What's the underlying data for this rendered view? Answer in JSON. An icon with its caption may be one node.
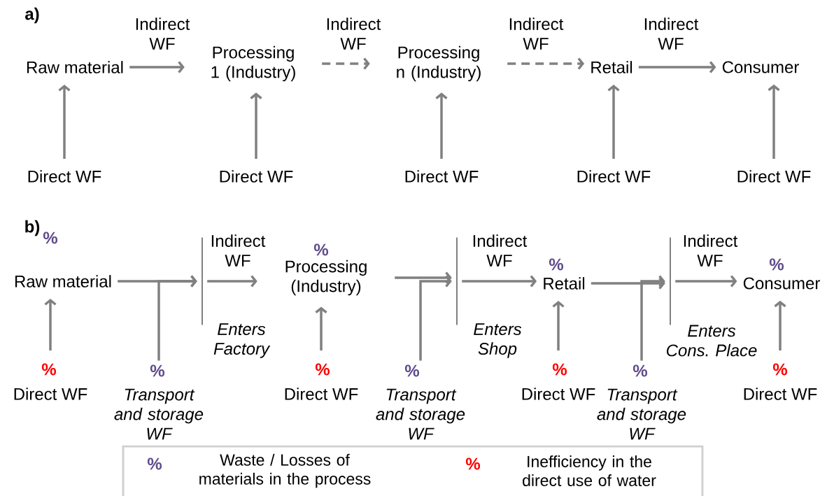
{
  "diagram": {
    "nodes": [
      {
        "text": [
          "Raw material"
        ]
      },
      {
        "text": [
          "Processing 1 (Industry)"
        ]
      },
      {
        "text": [
          "Processing n (Industry)"
        ]
      },
      {
        "text": [
          "Retail"
        ]
      },
      {
        "text": [
          "Consumer"
        ]
      },
      {
        "text": [
          "Direct WF"
        ]
      },
      {
        "text": [
          "Direct WF"
        ]
      },
      {
        "text": [
          "Direct WF"
        ]
      },
      {
        "text": [
          "Direct WF"
        ]
      },
      {
        "text": [
          "Direct WF"
        ]
      },
      {
        "text": [
          "Raw material"
        ],
        "beside": [
          "%"
        ]
      },
      {
        "text": [
          "Processing (Industry)"
        ],
        "beside": [
          "%"
        ]
      },
      {
        "text": [
          "Retail"
        ],
        "beside": [
          "%"
        ]
      },
      {
        "text": [
          "Consumer"
        ],
        "beside": [
          "%"
        ]
      },
      {
        "text": [
          "Direct WF"
        ],
        "beside": [
          "%"
        ]
      },
      {
        "text": [
          "Direct WF"
        ],
        "beside": [
          "%"
        ]
      },
      {
        "text": [
          "Direct WF"
        ],
        "beside": [
          "%"
        ]
      },
      {
        "text": [
          "Direct WF"
        ],
        "beside": [
          "%"
        ]
      },
      {
        "text": [
          "Transport and storage WF"
        ],
        "beside": [
          "%"
        ]
      },
      {
        "text": [
          "Transport and storage WF"
        ],
        "beside": [
          "%"
        ]
      },
      {
        "text": [
          "Transport and storage WF"
        ],
        "beside": [
          "%"
        ]
      },
      {
        "text": [],
        "shape": "bar",
        "beside": [
          "Enters Factory"
        ]
      },
      {
        "text": [],
        "shape": "bar",
        "beside": [
          "Enters Shop"
        ]
      },
      {
        "text": [],
        "shape": "bar",
        "beside": [
          "Enters Cons. Place"
        ]
      }
    ],
    "edges": [
      {
        "from": 0,
        "to": 1,
        "arrow": "to",
        "label": "Indirect WF"
      },
      {
        "from": 1,
        "to": 2,
        "arrow": "to",
        "label": "Indirect WF",
        "style": "dashed"
      },
      {
        "from": 2,
        "to": 3,
        "arrow": "to",
        "label": "Indirect WF",
        "style": "dashed"
      },
      {
        "from": 3,
        "to": 4,
        "arrow": "to",
        "label": "Indirect WF"
      },
      {
        "from": 5,
        "to": 0,
        "arrow": "to"
      },
      {
        "from": 6,
        "to": 1,
        "arrow": "to"
      },
      {
        "from": 7,
        "to": 2,
        "arrow": "to"
      },
      {
        "from": 8,
        "to": 3,
        "arrow": "to"
      },
      {
        "from": 9,
        "to": 4,
        "arrow": "to"
      },
      {
        "from": 10,
        "to": 21,
        "arrow": "to"
      },
      {
        "from": 21,
        "to": 11,
        "arrow": "to",
        "label": "Indirect WF"
      },
      {
        "from": 18,
        "to": 21,
        "arrow": "to"
      },
      {
        "from": 11,
        "to": 22,
        "arrow": "to"
      },
      {
        "from": 22,
        "to": 12,
        "arrow": "to",
        "label": "Indirect WF"
      },
      {
        "from": 19,
        "to": 22,
        "arrow": "to"
      },
      {
        "from": 12,
        "to": 23,
        "arrow": "to"
      },
      {
        "from": 23,
        "to": 13,
        "arrow": "to",
        "label": "Indirect WF"
      },
      {
        "from": 20,
        "to": 23,
        "arrow": "to"
      },
      {
        "from": 14,
        "to": 10,
        "arrow": "to"
      },
      {
        "from": 15,
        "to": 11,
        "arrow": "to"
      },
      {
        "from": 16,
        "to": 12,
        "arrow": "to"
      },
      {
        "from": 17,
        "to": 13,
        "arrow": "to"
      }
    ],
    "labels": [
      "a)",
      "b)",
      "%",
      "%"
    ],
    "legend": [
      {
        "text": "Waste / Losses of materials in the process",
        "color": "#5f4b8b"
      },
      {
        "text": "Inefficiency in the direct use of water",
        "color": "#ff0000"
      }
    ]
  }
}
